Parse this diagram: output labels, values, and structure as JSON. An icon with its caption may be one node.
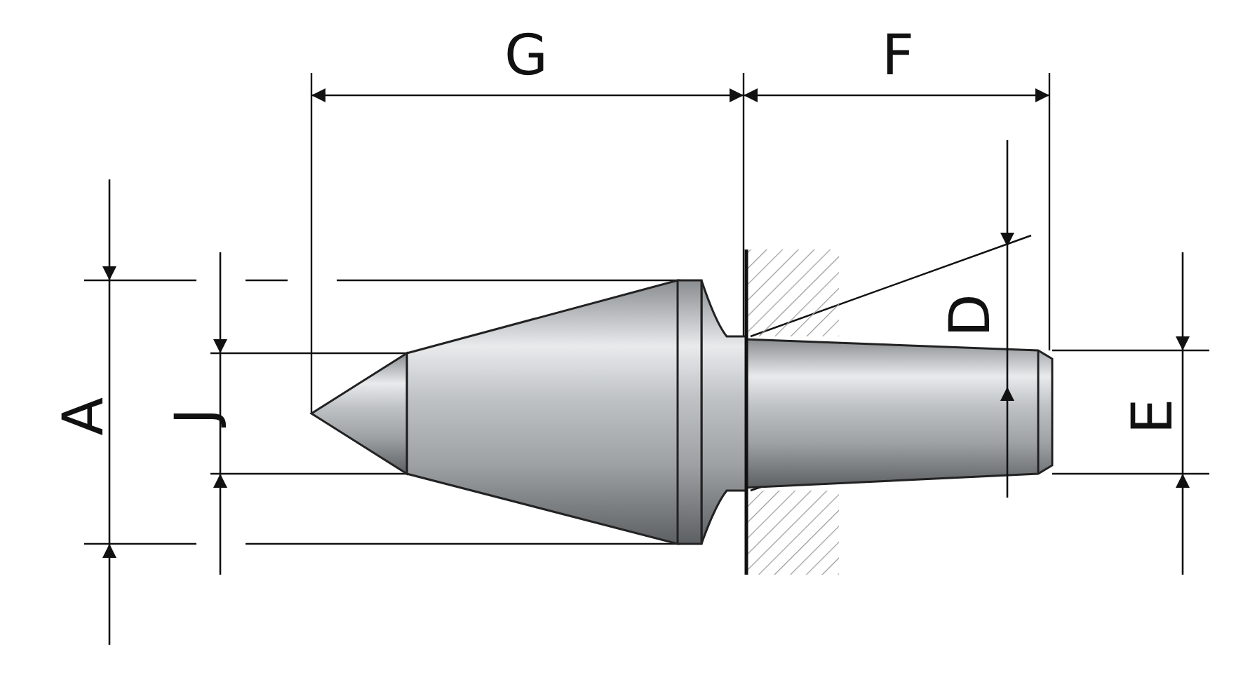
{
  "diagram": {
    "labels": [
      "G",
      "F",
      "A",
      "J",
      "D",
      "E"
    ]
  }
}
